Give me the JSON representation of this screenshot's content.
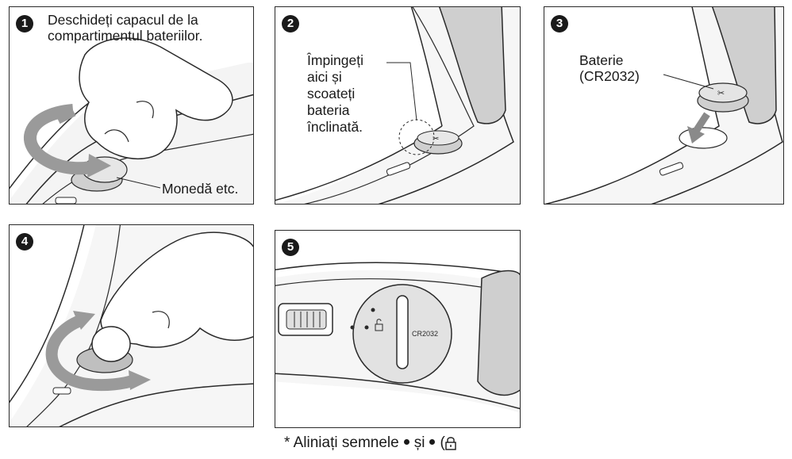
{
  "steps": [
    {
      "number": "1",
      "instruction_line1": "Deschideți capacul de la",
      "instruction_line2": "compartimentul bateriilor.",
      "callout": "Monedă etc."
    },
    {
      "number": "2",
      "callout_lines": [
        "Împingeți",
        "aici și",
        "scoateți",
        "bateria",
        "înclinată."
      ]
    },
    {
      "number": "3",
      "callout_line1": "Baterie",
      "callout_line2": "(CR2032)"
    },
    {
      "number": "4"
    },
    {
      "number": "5",
      "cover_label": "CR2032"
    }
  ],
  "footnote": {
    "prefix": "* Aliniați semnele",
    "middle": "și",
    "suffix": "("
  },
  "colors": {
    "line": "#2a2a2a",
    "gray_fill": "#d9d9d9",
    "dark_gray": "#9a9a9a"
  }
}
